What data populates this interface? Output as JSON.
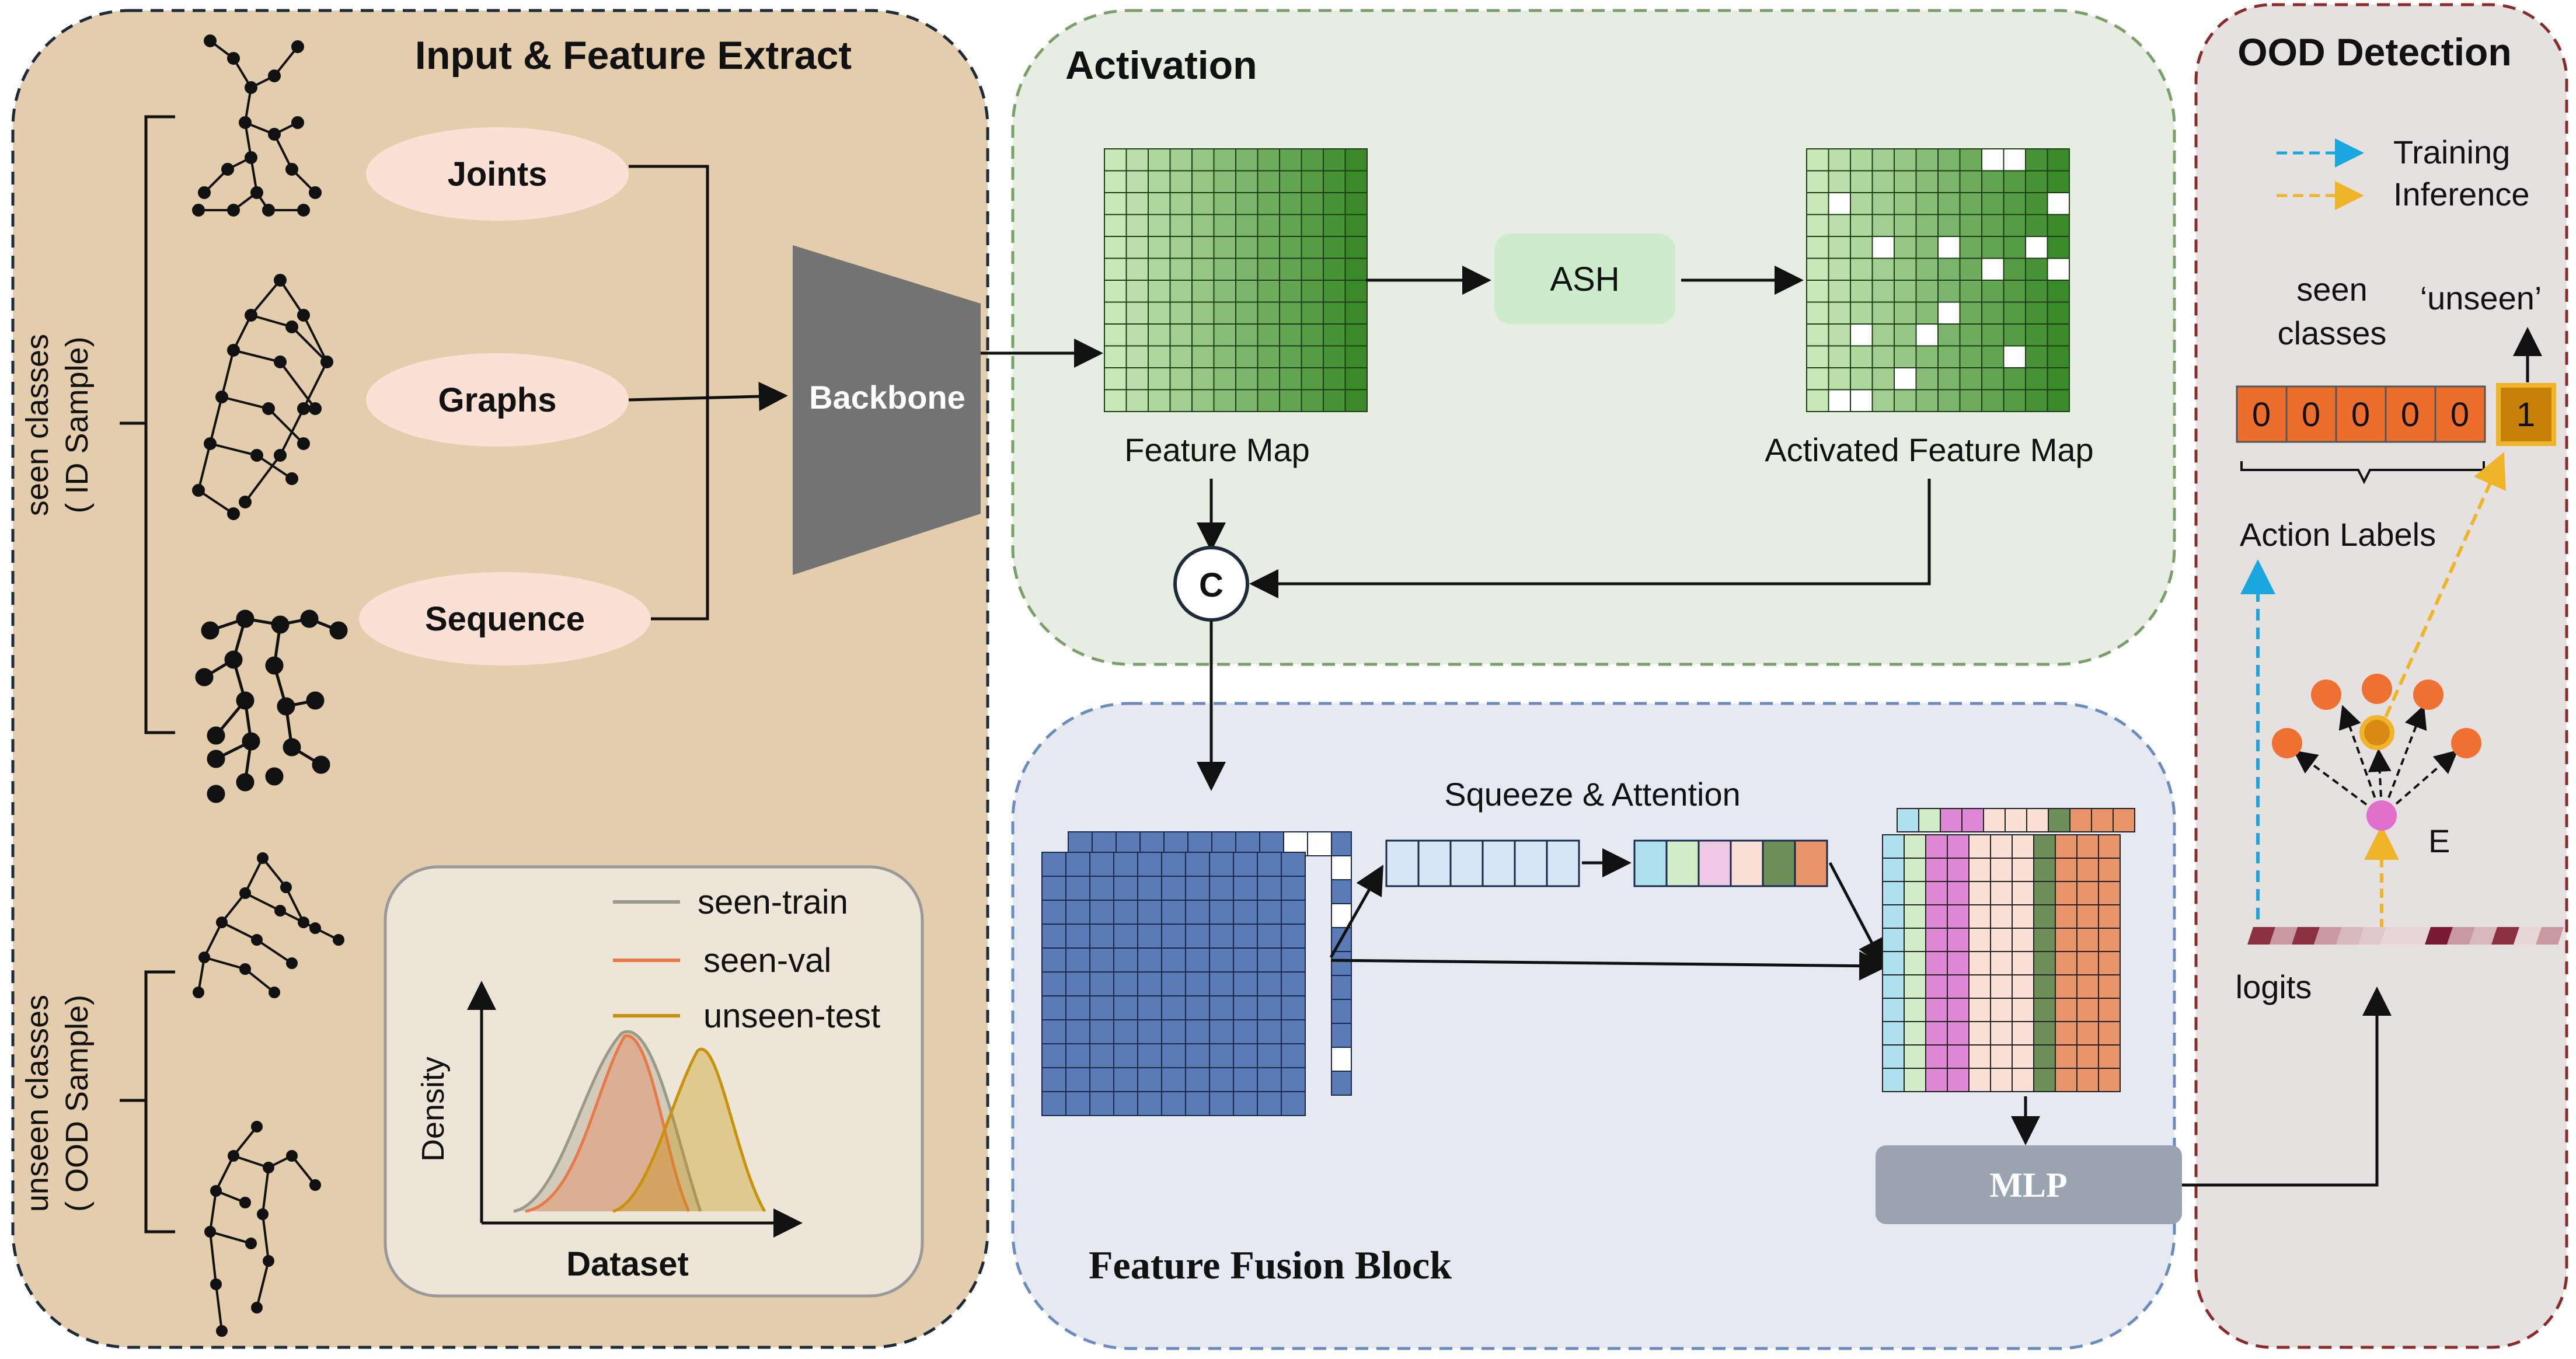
{
  "panels": {
    "input": {
      "title": "Input & Feature Extract"
    },
    "activation": {
      "title": "Activation"
    },
    "fusion": {
      "title": "Feature Fusion Block"
    },
    "ood": {
      "title": "OOD Detection"
    }
  },
  "input": {
    "seen_label_1": "seen classes",
    "seen_label_2": "( ID Sample)",
    "unseen_label_1": "unseen classes",
    "unseen_label_2": "( OOD Sample)",
    "joints": "Joints",
    "graphs": "Graphs",
    "sequence": "Sequence",
    "backbone": "Backbone"
  },
  "density_plot": {
    "legend": [
      "seen-train",
      "seen-val",
      "unseen-test"
    ],
    "ylabel": "Density",
    "xlabel": "Dataset",
    "colors": {
      "seen-train": "#9a9a8c",
      "seen-val": "#e87a4a",
      "unseen-test": "#c8920a"
    }
  },
  "activation": {
    "feature_map": "Feature Map",
    "ash": "ASH",
    "activated_feature_map": "Activated Feature Map",
    "concat": "C"
  },
  "fusion": {
    "squeeze_attention": "Squeeze & Attention",
    "mlp": "MLP"
  },
  "ood": {
    "training": "Training",
    "inference": "Inference",
    "seen_classes_1": "seen",
    "seen_classes_2": "classes",
    "unseen": "‘unseen’",
    "vector": [
      "0",
      "0",
      "0",
      "0",
      "0",
      "1"
    ],
    "action_labels": "Action Labels",
    "energy": "E",
    "logits": "logits",
    "training_color": "#1aa7e0",
    "inference_color": "#f0b429"
  },
  "colors": {
    "input_bg": "#e3cdac",
    "activation_bg": "#e7ede3",
    "fusion_bg": "#e6e8f2",
    "ood_bg": "#e5e1e1",
    "pill": "#fbe0d5",
    "grid_green_dark": "#3b8a2a",
    "grid_blue": "#5a7bb6",
    "node_orange": "#ef7030"
  }
}
